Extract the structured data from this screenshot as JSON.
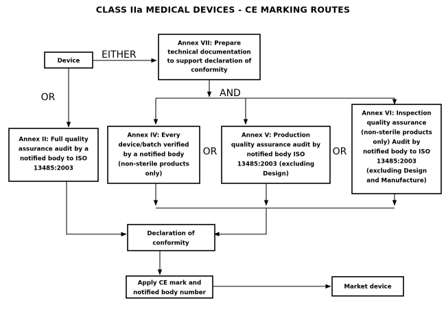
{
  "title": "CLASS IIa MEDICAL DEVICES - CE MARKING ROUTES",
  "chart_data": {
    "type": "diagram",
    "subtype": "flowchart",
    "title": "CLASS IIa MEDICAL DEVICES - CE MARKING ROUTES",
    "orientation": "top-to-bottom",
    "nodes": [
      {
        "id": "device",
        "label": "Device"
      },
      {
        "id": "annex7",
        "label": "Annex VII: Prepare technical documentation to support declaration of conformity"
      },
      {
        "id": "annex2",
        "label": "Annex II: Full quality assurance audit by a notified body to ISO 13485:2003"
      },
      {
        "id": "annex4",
        "label": "Annex IV: Every device/batch verified by a notified body (non-sterile products only)"
      },
      {
        "id": "annex5",
        "label": "Annex V: Production quality assurance audit by notified body ISO 13485:2003 (excluding Design)"
      },
      {
        "id": "annex6",
        "label": "Annex VI: Inspection quality assurance (non-sterile products only) Audit by notified body to ISO 13485:2003 (excluding Design and Manufacture)"
      },
      {
        "id": "declaration",
        "label": "Declaration of conformity"
      },
      {
        "id": "apply_ce",
        "label": "Apply CE mark and notified body number"
      },
      {
        "id": "market",
        "label": "Market device"
      }
    ],
    "edge_labels": [
      {
        "id": "either",
        "label": "EITHER",
        "from": "device",
        "to": "annex7"
      },
      {
        "id": "or_left",
        "label": "OR",
        "from": "device",
        "to": "annex2"
      },
      {
        "id": "and",
        "label": "AND",
        "from": "annex7",
        "to": "annex4/annex5/annex6"
      },
      {
        "id": "or_mid",
        "label": "OR",
        "between": "annex4 / annex5"
      },
      {
        "id": "or_right",
        "label": "OR",
        "between": "annex5 / annex6"
      }
    ],
    "edges": [
      {
        "from": "device",
        "to": "annex7",
        "label": "EITHER"
      },
      {
        "from": "device",
        "to": "annex2",
        "label": "OR"
      },
      {
        "from": "annex7",
        "to": "annex4",
        "label": "AND"
      },
      {
        "from": "annex7",
        "to": "annex5",
        "label": "AND"
      },
      {
        "from": "annex7",
        "to": "annex6",
        "label": "AND"
      },
      {
        "from": "annex2",
        "to": "declaration",
        "label": ""
      },
      {
        "from": "annex4",
        "to": "declaration",
        "label": ""
      },
      {
        "from": "annex5",
        "to": "declaration",
        "label": ""
      },
      {
        "from": "annex6",
        "to": "declaration",
        "label": ""
      },
      {
        "from": "declaration",
        "to": "apply_ce",
        "label": ""
      },
      {
        "from": "apply_ce",
        "to": "market",
        "label": ""
      }
    ],
    "colors": {
      "background": "#ffffff",
      "box_fill": "#ffffff",
      "box_stroke": "#000000",
      "edge_stroke": "#333333",
      "text": "#000000"
    }
  },
  "nodes": {
    "device": {
      "line1": "Device"
    },
    "annex7": {
      "line1": "Annex VII: Prepare",
      "line2": "technical documentation",
      "line3": "to support declaration of",
      "line4": "conformity"
    },
    "annex2": {
      "line1": "Annex II: Full quality",
      "line2": "assurance audit by a",
      "line3": "notified body to ISO",
      "line4": "13485:2003"
    },
    "annex4": {
      "line1": "Annex IV: Every",
      "line2": "device/batch verified",
      "line3": "by a notified body",
      "line4": "(non-sterile products",
      "line5": "only)"
    },
    "annex5": {
      "line1": "Annex V: Production",
      "line2": "quality assurance audit by",
      "line3": "notified body ISO",
      "line4": "13485:2003 (excluding",
      "line5": "Design)"
    },
    "annex6": {
      "line1": "Annex VI: Inspection",
      "line2": "quality assurance",
      "line3": "(non-sterile products",
      "line4": "only) Audit by",
      "line5": "notified body to ISO",
      "line6": "13485:2003",
      "line7": "(excluding Design",
      "line8": "and Manufacture)"
    },
    "declaration": {
      "line1": "Declaration of",
      "line2": "conformity"
    },
    "apply_ce": {
      "line1": "Apply CE mark and",
      "line2": "notified body number"
    },
    "market": {
      "line1": "Market device"
    }
  },
  "labels": {
    "either": "EITHER",
    "or_left": "OR",
    "and": "AND",
    "or_mid": "OR",
    "or_right": "OR"
  }
}
